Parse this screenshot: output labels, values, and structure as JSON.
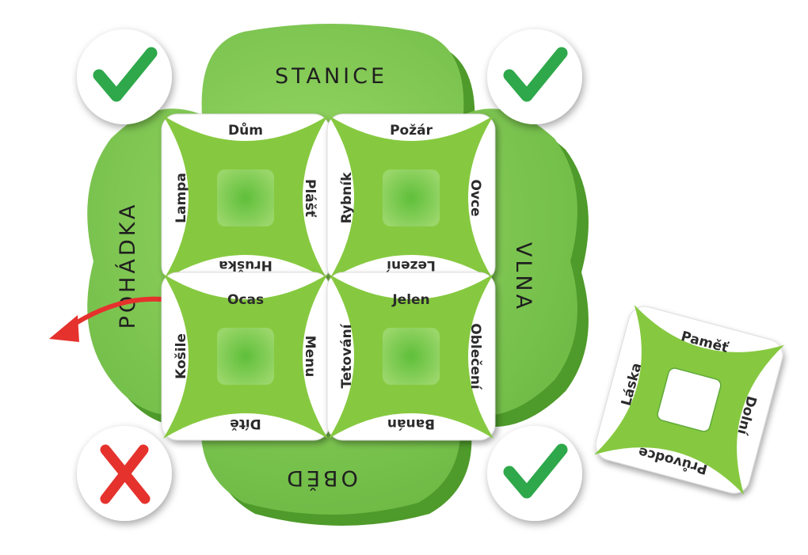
{
  "clover": {
    "top": "STANICE",
    "right": "VLNA",
    "bottom": "OBĚD",
    "left": "POHÁDKA",
    "fill": "#7cc651",
    "shadow": "#4e9a2a"
  },
  "cards": [
    {
      "top": "Dům",
      "right": "Plášť",
      "bottom": "Hruška",
      "left": "Lampa"
    },
    {
      "top": "Požár",
      "right": "Ovce",
      "bottom": "Lezení",
      "left": "Rybník"
    },
    {
      "top": "Ocas",
      "right": "Menu",
      "bottom": "Dítě",
      "left": "Košile"
    },
    {
      "top": "Jelen",
      "right": "Oblečení",
      "bottom": "Banán",
      "left": "Tetování"
    }
  ],
  "loose_card": {
    "top": "Paměť",
    "right": "Dolní",
    "bottom": "Průvodce",
    "left": "Láska"
  },
  "marks": {
    "top_left": "check",
    "top_right": "check",
    "bottom_left": "cross",
    "bottom_right": "check"
  },
  "colors": {
    "check": "#2ea84a",
    "cross": "#e5322d",
    "arrow": "#e5322d",
    "card_green": "#86c940"
  }
}
